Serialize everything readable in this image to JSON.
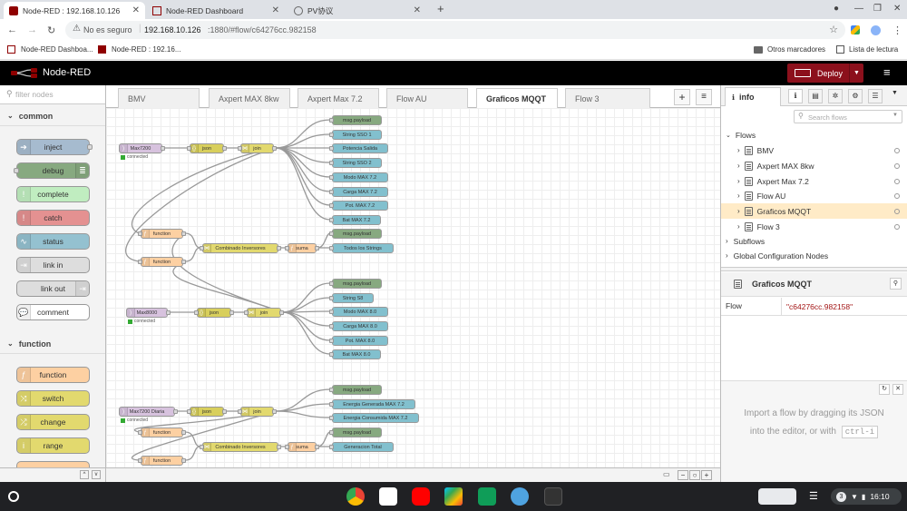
{
  "browser": {
    "tabs": [
      {
        "title": "Node-RED : 192.168.10.126",
        "active": true
      },
      {
        "title": "Node-RED Dashboard",
        "active": false
      },
      {
        "title": "PV协议",
        "active": false
      }
    ],
    "security": "No es seguro",
    "url_host": "192.168.10.126",
    "url_rest": ":1880/#flow/c64276cc.982158",
    "bookmarks": [
      "Node-RED Dashboa...",
      "Node-RED : 192.16..."
    ],
    "other_bookmarks": "Otros marcadores",
    "reading_list": "Lista de lectura"
  },
  "header": {
    "title": "Node-RED",
    "deploy": "Deploy"
  },
  "palette": {
    "filter_placeholder": "filter nodes",
    "categories": [
      {
        "name": "common",
        "nodes": [
          "inject",
          "debug",
          "complete",
          "catch",
          "status",
          "link in",
          "link out",
          "comment"
        ]
      },
      {
        "name": "function",
        "nodes": [
          "function",
          "switch",
          "change",
          "range"
        ]
      }
    ]
  },
  "flow_tabs": [
    "BMV",
    "Axpert MAX 8kw",
    "Axpert Max 7.2",
    "Flow AU",
    "Graficos MQQT",
    "Flow 3"
  ],
  "workspace": {
    "nodes": {
      "max7200": "Max7200",
      "json1": "json",
      "join1": "join",
      "msg1": "msg.payload",
      "string_sso1": "String SSO 1",
      "potencia_salida": "Potencia Salida",
      "string_sso2": "String SSO 2",
      "modo_max72": "Modo MAX 7.2",
      "carga_max72": "Carga MAX 7.2",
      "pot_max72": "Pot. MAX 7.2",
      "bat_max72": "Bat MAX 7.2",
      "func1": "function",
      "func2": "function",
      "combinado1": "Combinado Inversores",
      "suma1": "suma",
      "msg2": "msg.payload",
      "todos_strings": "Todos los Strings",
      "max8000": "Max8000",
      "json2": "json",
      "join2": "join",
      "msg3": "msg.payload",
      "string_s8": "String S8",
      "modo_max80": "Modo MAX 8.0",
      "carga_max80": "Carga MAX 8.0",
      "pot_max80": "Pot. MAX 8.0",
      "bat_max80": "Bat MAX 8.0",
      "max7200diaria": "Max7200 Diaria",
      "json3": "json",
      "join3": "join",
      "msg4": "msg.payload",
      "energia_generada": "Energia Generada MAX 7.2",
      "energia_consumida": "Energia Consumida MAX 7.2",
      "func3": "function",
      "func4": "function",
      "combinado2": "Combinado Inversores",
      "suma2": "suma",
      "msg5": "msg.payload",
      "generacion_total": "Generacion Total"
    },
    "status": "connected"
  },
  "sidebar": {
    "tab": "info",
    "search_placeholder": "Search flows",
    "flows_label": "Flows",
    "flows": [
      "BMV",
      "Axpert MAX 8kw",
      "Axpert Max 7.2",
      "Flow AU",
      "Graficos MQQT",
      "Flow 3"
    ],
    "selected_flow": "Graficos MQQT",
    "subflows": "Subflows",
    "global_config": "Global Configuration Nodes",
    "detail_title": "Graficos MQQT",
    "detail_key": "Flow",
    "detail_value": "\"c64276cc.982158\"",
    "help_line1": "Import a flow by dragging its JSON",
    "help_line2": "into the editor, or with",
    "help_kbd": "ctrl-i"
  },
  "shelf": {
    "time": "16:10",
    "notifications": "3"
  }
}
